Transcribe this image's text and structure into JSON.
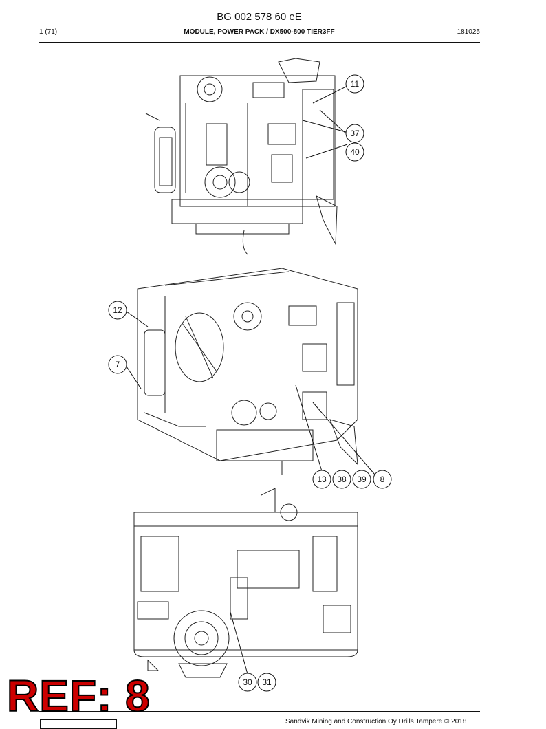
{
  "header": {
    "doc_code": "BG 002 578 60 eE",
    "page": "1 (71)",
    "title": "MODULE, POWER PACK / DX500-800 TIER3FF",
    "date": "181025"
  },
  "callouts": {
    "c11": "11",
    "c37": "37",
    "c40": "40",
    "c12": "12",
    "c7": "7",
    "c13": "13",
    "c38": "38",
    "c39": "39",
    "c8": "8",
    "c30": "30",
    "c31": "31"
  },
  "stamp": "REF: 8",
  "footer": "Sandvik Mining and Construction Oy Drills Tampere © 2018"
}
